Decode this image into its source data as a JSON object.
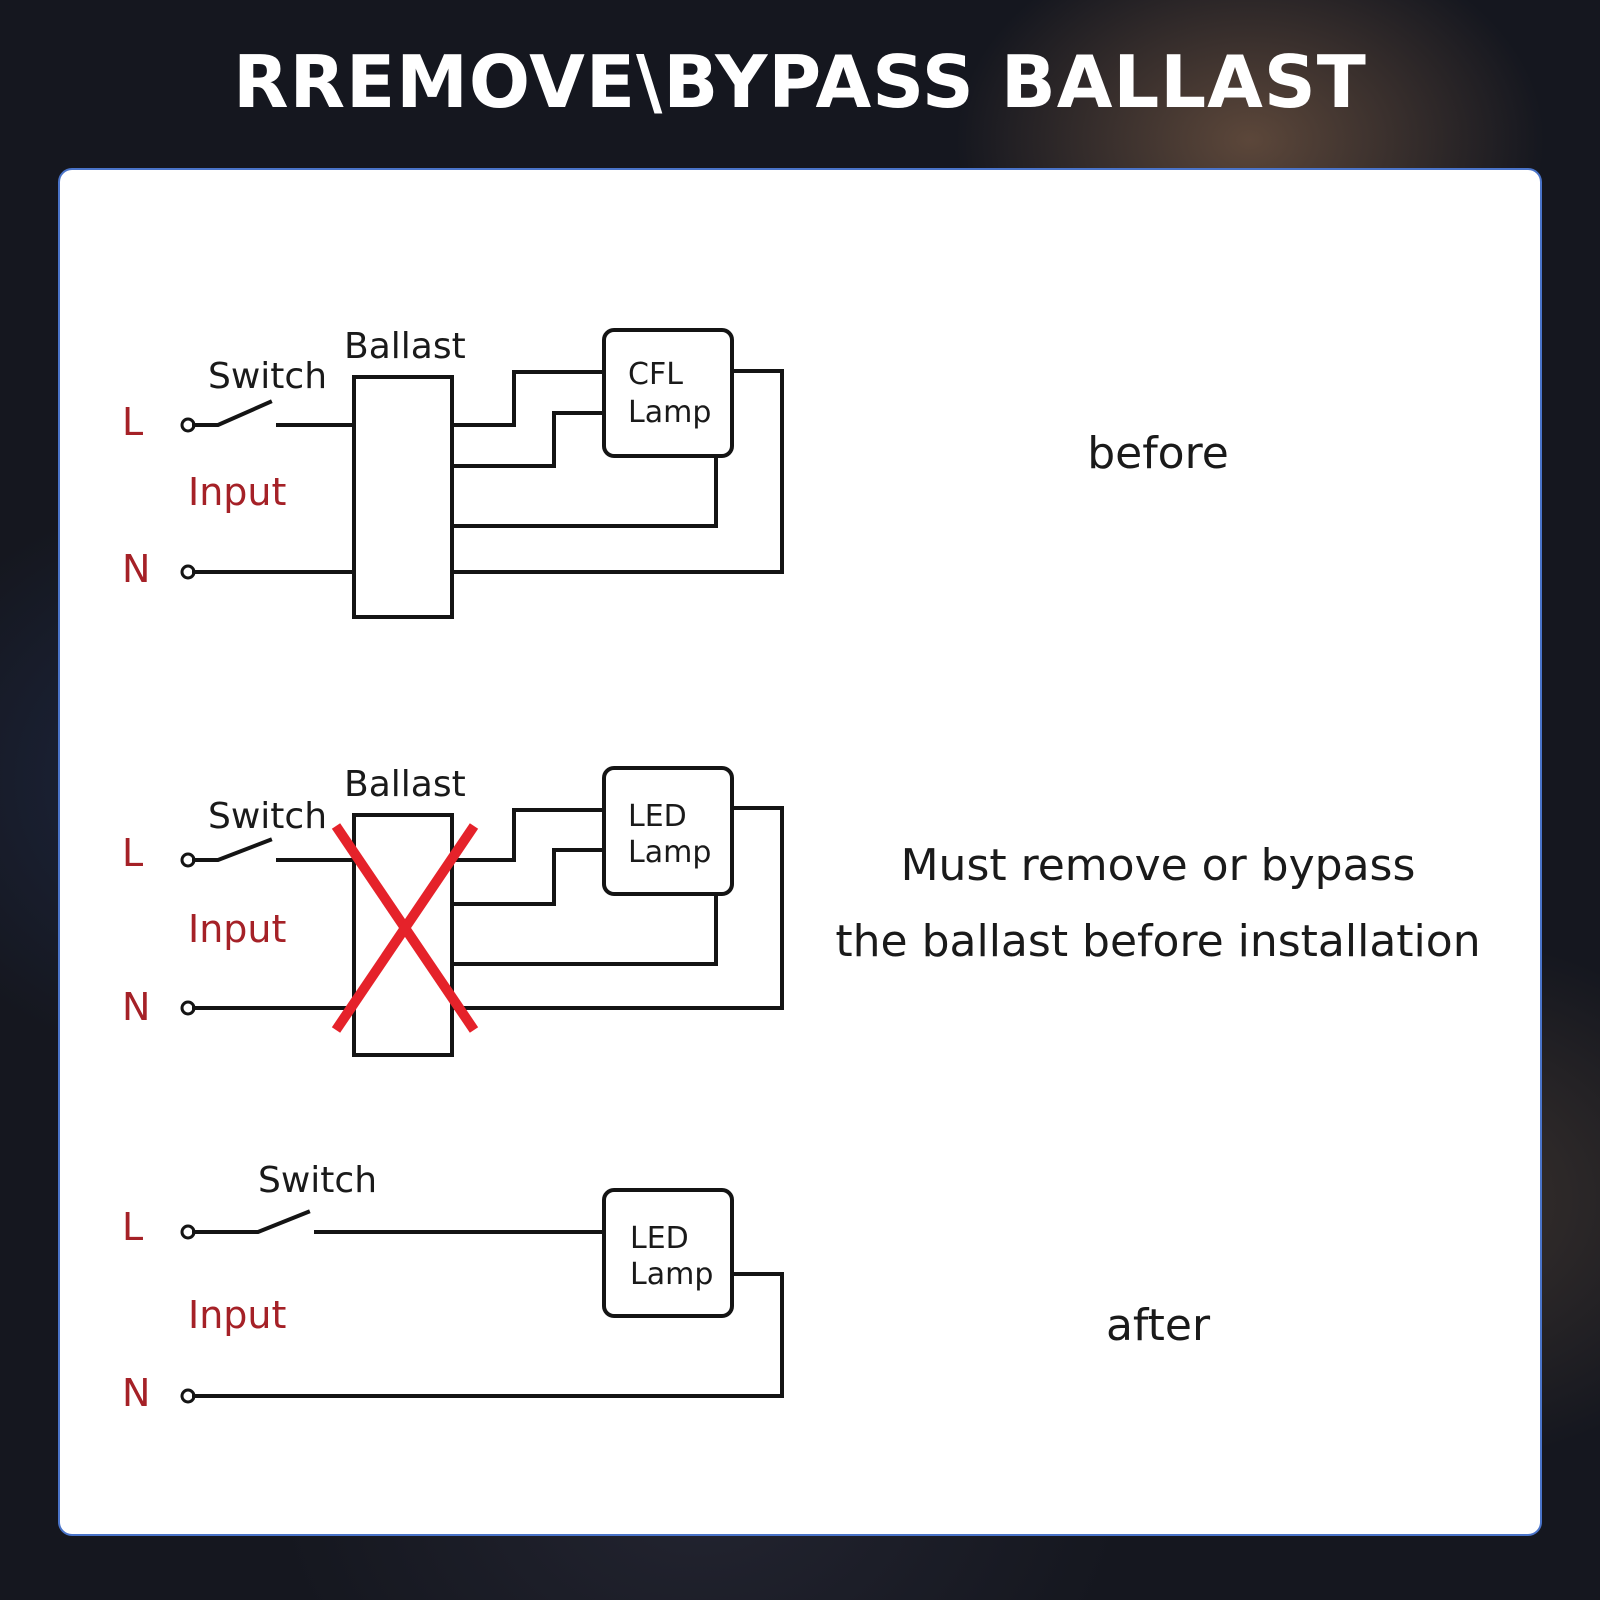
{
  "title": "RREMOVE\\BYPASS BALLAST",
  "colors": {
    "accent_red": "#e5222a",
    "terminal_label": "#a52127",
    "panel_border": "#4a74c9"
  },
  "diagrams": [
    {
      "id": "before",
      "switch_label": "Switch",
      "ballast_label": "Ballast",
      "line_label": "L",
      "input_label": "Input",
      "neutral_label": "N",
      "lamp_line1": "CFL",
      "lamp_line2": "Lamp",
      "note": "before"
    },
    {
      "id": "bypass",
      "switch_label": "Switch",
      "ballast_label": "Ballast",
      "line_label": "L",
      "input_label": "Input",
      "neutral_label": "N",
      "lamp_line1": "LED",
      "lamp_line2": "Lamp",
      "note_line1": "Must remove or bypass",
      "note_line2": "the ballast before installation"
    },
    {
      "id": "after",
      "switch_label": "Switch",
      "line_label": "L",
      "input_label": "Input",
      "neutral_label": "N",
      "lamp_line1": "LED",
      "lamp_line2": "Lamp",
      "note": "after"
    }
  ]
}
